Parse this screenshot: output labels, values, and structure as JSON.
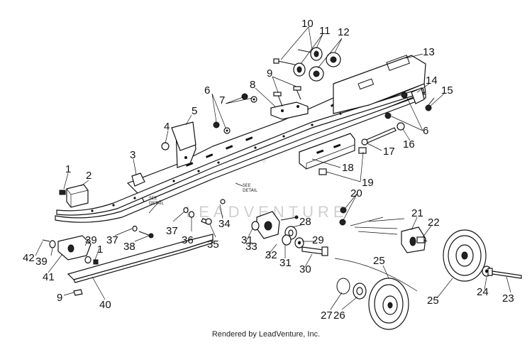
{
  "watermark": "LEADVENTURE",
  "footer": "Rendered by LeadVenture, Inc.",
  "notes": {
    "see_detail_1": "SEE",
    "see_detail_1b": "DETAIL",
    "see_detail_2": "SEE",
    "see_detail_2b": "DETAIL"
  },
  "callouts": {
    "c1": "1",
    "c2": "2",
    "c3": "3",
    "c4": "4",
    "c5": "5",
    "c6a": "6",
    "c6b": "6",
    "c7": "7",
    "c8": "8",
    "c9a": "9",
    "c9b": "9",
    "c10": "10",
    "c11": "11",
    "c12": "12",
    "c13": "13",
    "c14": "14",
    "c15": "15",
    "c16": "16",
    "c17": "17",
    "c18": "18",
    "c19": "19",
    "c20": "20",
    "c21": "21",
    "c22": "22",
    "c23": "23",
    "c24": "24",
    "c25a": "25",
    "c25b": "25",
    "c26": "26",
    "c27": "27",
    "c28": "28",
    "c29": "29",
    "c30": "30",
    "c31a": "31",
    "c31b": "31",
    "c32": "32",
    "c33": "33",
    "c34": "34",
    "c35": "35",
    "c36": "36",
    "c37a": "37",
    "c37b": "37",
    "c38": "38",
    "c39a": "39",
    "c39b": "39",
    "c1b": "1",
    "c40": "40",
    "c41": "41",
    "c42": "42"
  }
}
